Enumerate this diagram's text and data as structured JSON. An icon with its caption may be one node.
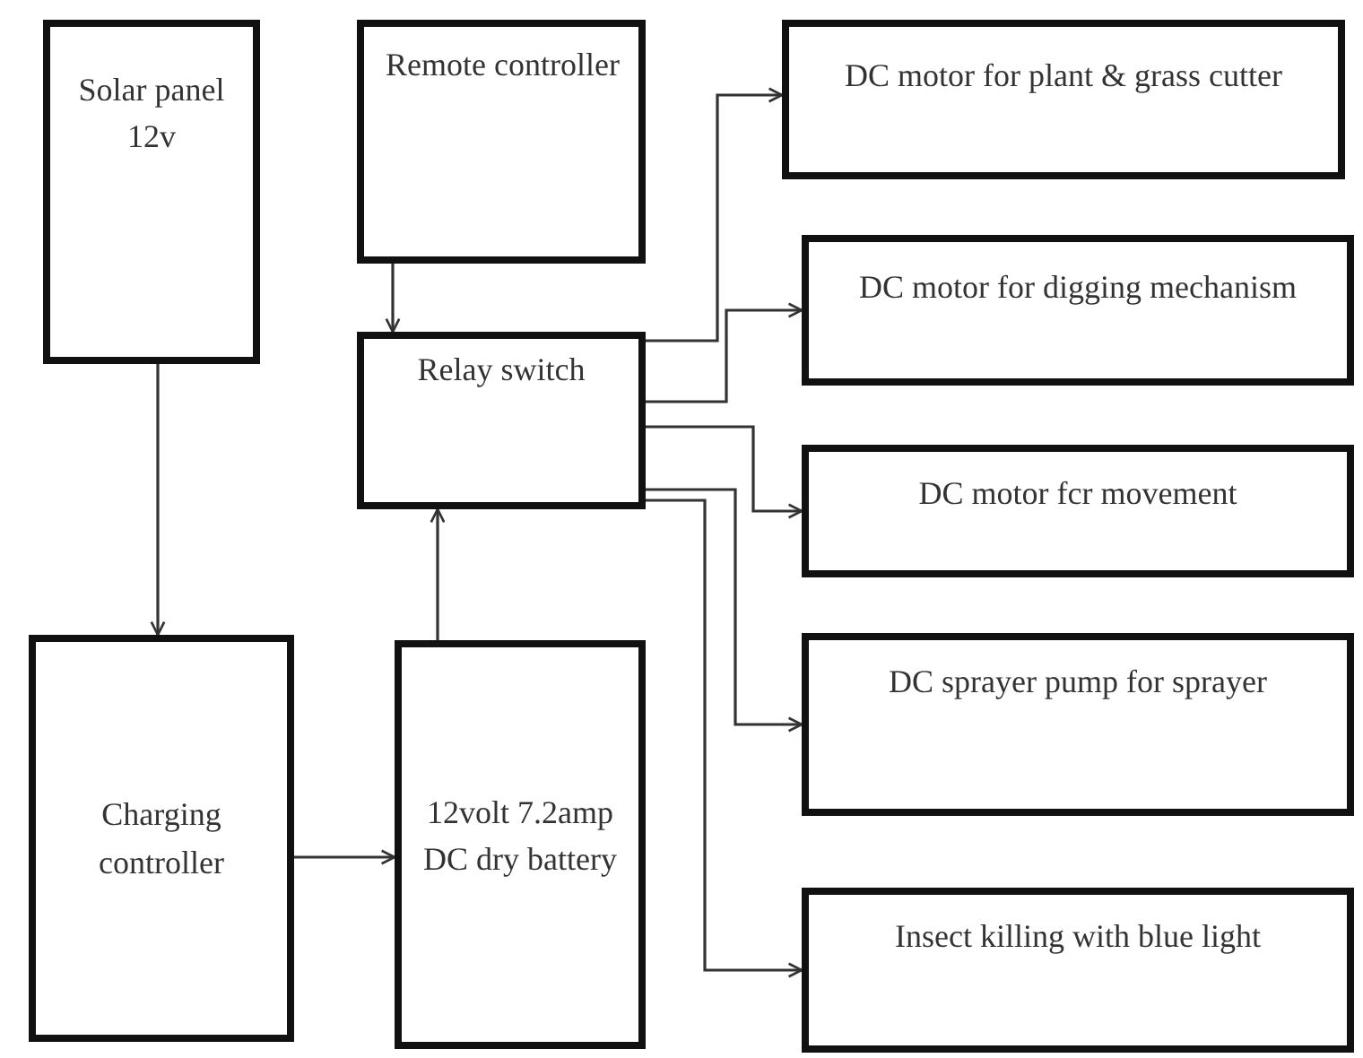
{
  "diagram": {
    "nodes": [
      {
        "text": [
          "Solar panel 12v"
        ]
      },
      {
        "text": [
          "Remote controller"
        ]
      },
      {
        "text": [
          "Relay switch"
        ]
      },
      {
        "text": [
          "Charging controller"
        ]
      },
      {
        "text": [
          "12volt 7.2amp DC dry battery"
        ]
      },
      {
        "text": [
          "DC motor for plant & grass cutter"
        ]
      },
      {
        "text": [
          "DC motor for digging mechanism"
        ]
      },
      {
        "text": [
          "DC motor fcr movement"
        ]
      },
      {
        "text": [
          "DC sprayer pump for sprayer"
        ]
      },
      {
        "text": [
          "Insect killing with blue light"
        ]
      }
    ],
    "edges": [
      {
        "from": 0,
        "to": 3,
        "arrow": "to"
      },
      {
        "from": 1,
        "to": 2,
        "arrow": "to"
      },
      {
        "from": 4,
        "to": 2,
        "arrow": "to"
      },
      {
        "from": 3,
        "to": 4,
        "arrow": "to"
      },
      {
        "from": 2,
        "to": 5,
        "arrow": "to"
      },
      {
        "from": 2,
        "to": 6,
        "arrow": "to"
      },
      {
        "from": 2,
        "to": 7,
        "arrow": "to"
      },
      {
        "from": 2,
        "to": 8,
        "arrow": "to"
      },
      {
        "from": 2,
        "to": 9,
        "arrow": "to"
      }
    ]
  }
}
